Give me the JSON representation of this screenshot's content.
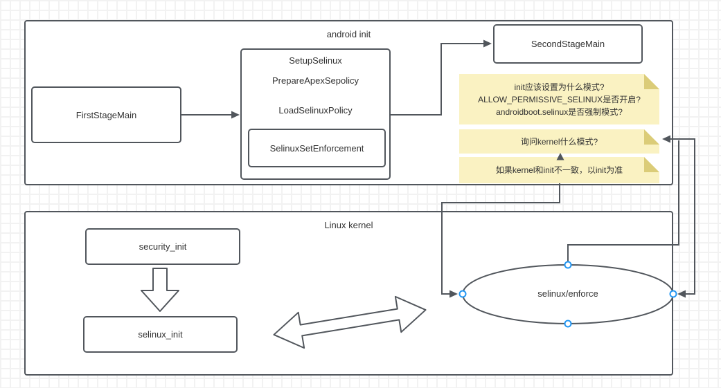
{
  "android_init": {
    "title": "android init",
    "first_stage_label": "FirstStageMain",
    "setup_box": {
      "title": "SetupSelinux",
      "step1": "PrepareApexSepolicy",
      "step2": "LoadSelinuxPolicy",
      "inner_label": "SelinuxSetEnforcement"
    },
    "second_stage_label": "SecondStageMain",
    "note_mode": {
      "line1": "init应该设置为什么模式?",
      "line2": "ALLOW_PERMISSIVE_SELINUX是否开启?",
      "line3": "androidboot.selinux是否强制模式?"
    },
    "note_ask_kernel": "询问kernel什么模式?",
    "note_consistency": "如果kernel和init不一致，以init为准"
  },
  "linux_kernel": {
    "title": "Linux kernel",
    "security_init_label": "security_init",
    "selinux_init_label": "selinux_init",
    "enforce_label": "selinux/enforce"
  },
  "colors": {
    "line": "#51565c",
    "note_fill": "#faf2c2",
    "note_fold": "#dbcc78",
    "connector_dot": "#2196f3",
    "grid": "#f2f2f2"
  }
}
